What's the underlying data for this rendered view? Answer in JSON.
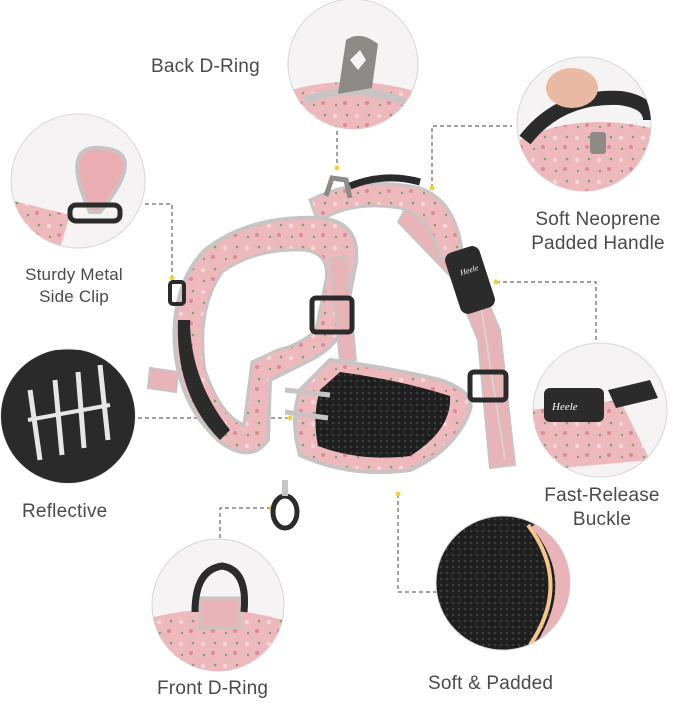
{
  "features": {
    "back_d_ring": "Back D-Ring",
    "handle_line1": "Soft Neoprene",
    "handle_line2": "Padded Handle",
    "side_clip_line1": "Sturdy Metal",
    "side_clip_line2": "Side Clip",
    "reflective": "Reflective",
    "buckle_line1": "Fast-Release",
    "buckle_line2": "Buckle",
    "front_d_ring": "Front D-Ring",
    "padded": "Soft & Padded"
  },
  "buckle_brand": "Heele",
  "colors": {
    "harness_pink": "#e8b4b8",
    "trim_grey": "#c9c4c4",
    "padding_black": "#2b2b2b",
    "metal": "#8e8a88",
    "dash_line": "#444444",
    "dot_accent": "#f2d23c",
    "label_text": "#4a4a4a"
  }
}
